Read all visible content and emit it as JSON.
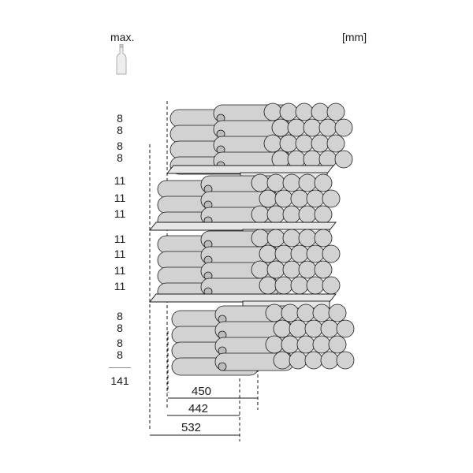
{
  "header": {
    "max_label": "max.",
    "unit_label": "[mm]"
  },
  "shelf_counts": [
    "8",
    "8",
    "8",
    "8",
    "11",
    "11",
    "11",
    "11",
    "11",
    "11",
    "11",
    "8",
    "8",
    "8",
    "8"
  ],
  "total_label": "141",
  "dimensions": {
    "depth_top": "450",
    "depth_mid": "442",
    "depth_total": "532"
  },
  "colors": {
    "line": "#1a1a1a",
    "bottle_fill": "#d2d2d2",
    "bottle_dark": "#bcbcbc",
    "shelf_fill": "#e6e6e6"
  }
}
